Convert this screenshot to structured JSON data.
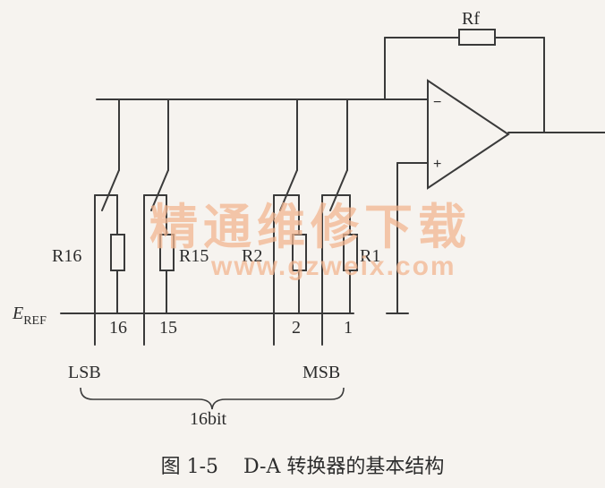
{
  "labels": {
    "rf": "Rf",
    "minus": "−",
    "plus": "+",
    "r16": "R16",
    "r15": "R15",
    "r2": "R2",
    "r1": "R1",
    "eref_main": "E",
    "eref_sub": "REF",
    "n16": "16",
    "n15": "15",
    "n2": "2",
    "n1": "1",
    "lsb": "LSB",
    "msb": "MSB",
    "bits": "16bit"
  },
  "watermark": {
    "chinese": "精通维修下载",
    "url": "www.gzweix.com"
  },
  "caption": "图 1-5    D-A 转换器的基本结构",
  "colors": {
    "ink": "#2c2c2c",
    "watermark": "#f3b691",
    "paper": "#f6f3ef"
  }
}
